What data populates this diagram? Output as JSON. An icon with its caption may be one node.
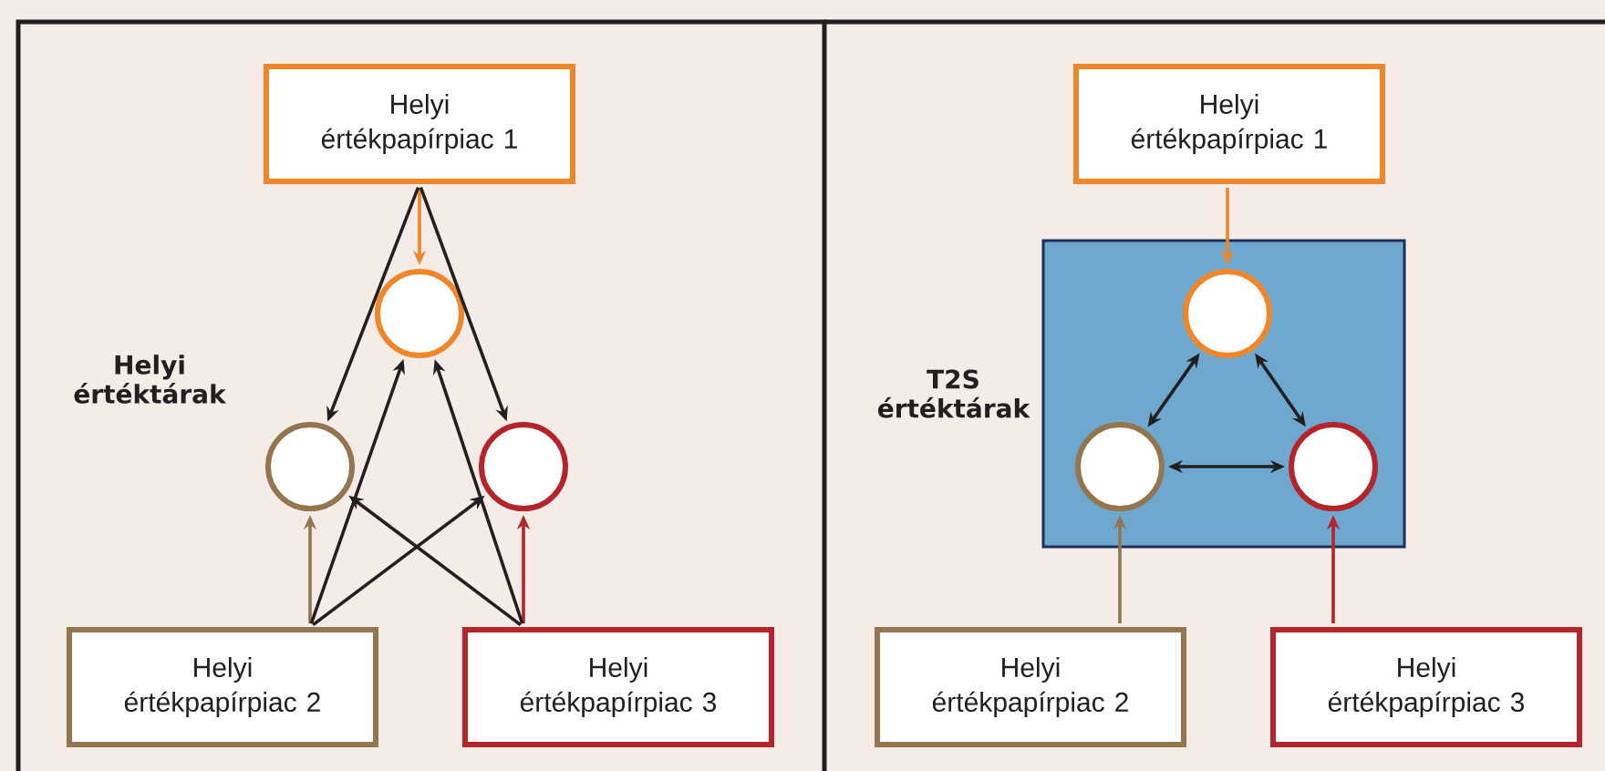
{
  "diagram": {
    "nodes": [
      {
        "text": [
          "Helyi értékpapírpiac 1"
        ]
      },
      {
        "text": [],
        "shape": "circle"
      },
      {
        "text": [],
        "shape": "circle"
      },
      {
        "text": [],
        "shape": "circle"
      },
      {
        "text": [
          "Helyi értékpapírpiac 2"
        ]
      },
      {
        "text": [
          "Helyi értékpapírpiac 3"
        ]
      },
      {
        "text": [
          "Helyi értékpapírpiac 1"
        ]
      },
      {
        "text": [
          "T2S értéktárak"
        ]
      },
      {
        "text": [],
        "shape": "circle",
        "in": 7
      },
      {
        "text": [],
        "shape": "circle",
        "in": 7
      },
      {
        "text": [],
        "shape": "circle",
        "in": 7
      },
      {
        "text": [
          "Helyi értékpapírpiac 2"
        ]
      },
      {
        "text": [
          "Helyi értékpapírpiac 3"
        ]
      }
    ],
    "edges": [
      {
        "from": 0,
        "to": 1,
        "arrow": "to",
        "color": "#f0862a"
      },
      {
        "from": 0,
        "to": 2,
        "arrow": "to"
      },
      {
        "from": 0,
        "to": 3,
        "arrow": "to"
      },
      {
        "from": 4,
        "to": 2,
        "arrow": "to",
        "color": "#937650"
      },
      {
        "from": 4,
        "to": 1,
        "arrow": "to"
      },
      {
        "from": 4,
        "to": 3,
        "arrow": "to"
      },
      {
        "from": 5,
        "to": 3,
        "arrow": "to",
        "color": "#b5242a"
      },
      {
        "from": 5,
        "to": 1,
        "arrow": "to"
      },
      {
        "from": 5,
        "to": 2,
        "arrow": "to"
      },
      {
        "from": 6,
        "to": 8,
        "arrow": "to",
        "color": "#f0862a"
      },
      {
        "from": 8,
        "to": 9,
        "arrow": "both"
      },
      {
        "from": 8,
        "to": 10,
        "arrow": "both"
      },
      {
        "from": 9,
        "to": 10,
        "arrow": "both"
      },
      {
        "from": 11,
        "to": 9,
        "arrow": "to",
        "color": "#937650"
      },
      {
        "from": 12,
        "to": 10,
        "arrow": "to",
        "color": "#b5242a"
      }
    ],
    "labels": [
      "Helyi értéktárak"
    ]
  }
}
